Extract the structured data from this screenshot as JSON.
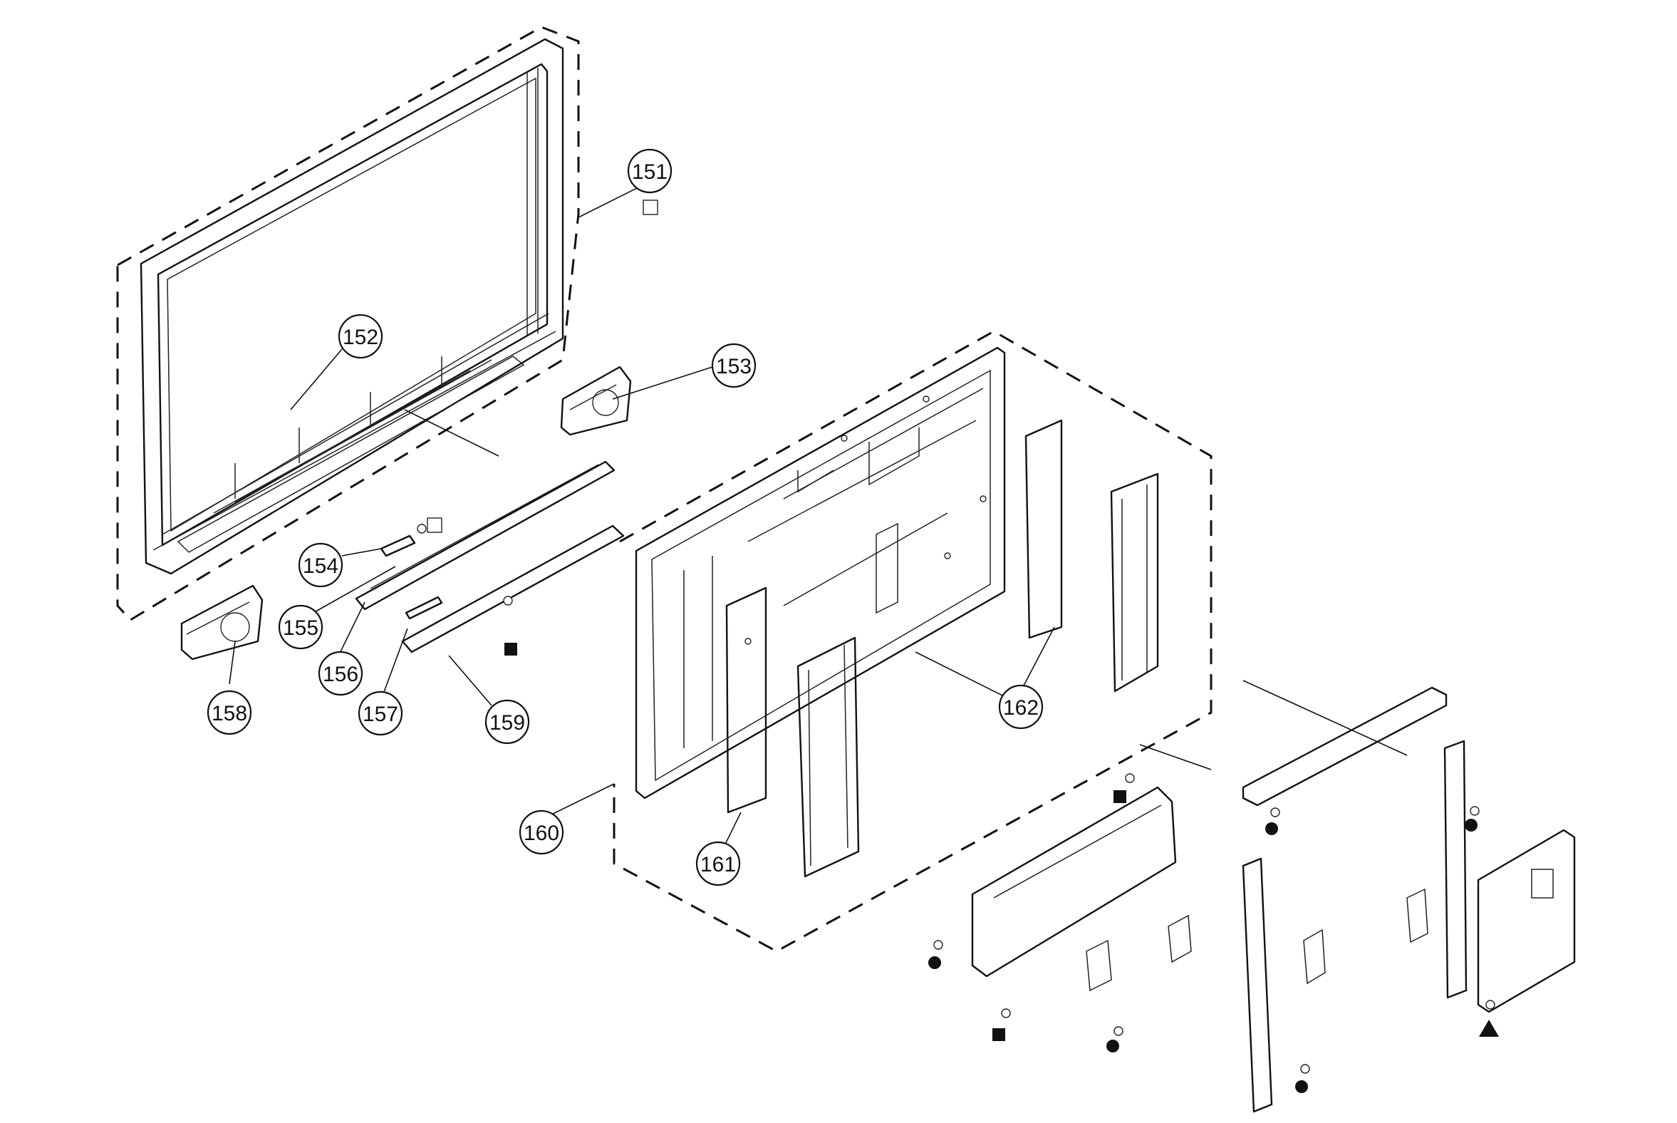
{
  "callouts": [
    {
      "id": "c151",
      "label": "151"
    },
    {
      "id": "c152",
      "label": "152"
    },
    {
      "id": "c153",
      "label": "153"
    },
    {
      "id": "c154",
      "label": "154"
    },
    {
      "id": "c155",
      "label": "155"
    },
    {
      "id": "c156",
      "label": "156"
    },
    {
      "id": "c157",
      "label": "157"
    },
    {
      "id": "c158",
      "label": "158"
    },
    {
      "id": "c159",
      "label": "159"
    },
    {
      "id": "c160",
      "label": "160"
    },
    {
      "id": "c161",
      "label": "161"
    },
    {
      "id": "c162",
      "label": "162"
    }
  ],
  "symbols": {
    "open_square": "open-square-symbol",
    "filled_square": "filled-square-symbol",
    "filled_circle": "filled-circle-symbol",
    "filled_triangle": "filled-triangle-symbol"
  }
}
